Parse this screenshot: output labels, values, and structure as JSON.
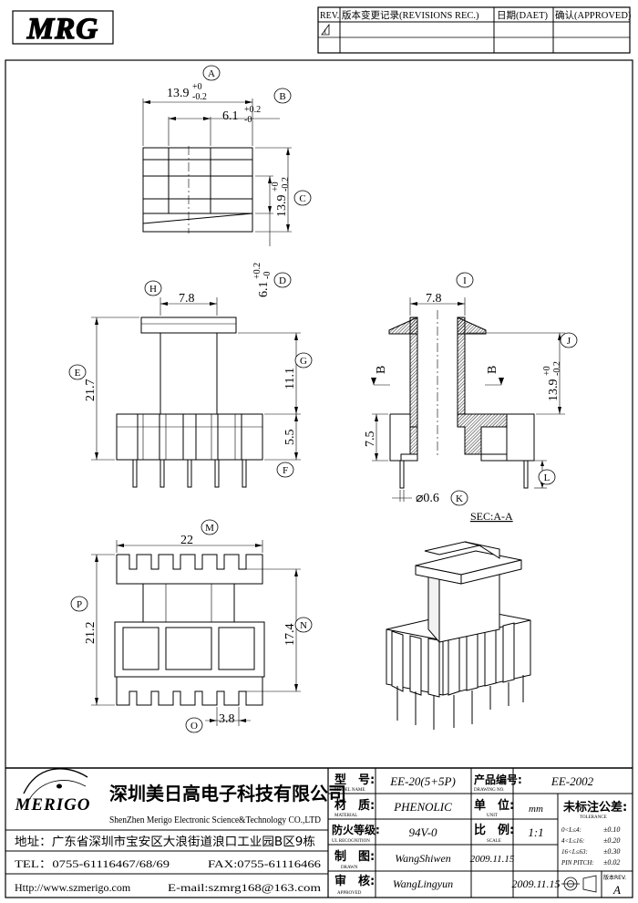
{
  "logo_top": "MRG",
  "revisions": {
    "col_rev": "REV.",
    "col_record": "版本变更记录(REVISIONS REC.)",
    "col_date": "日期(DAET)",
    "col_approved": "确认(APPROVED)",
    "row_symbol": "1"
  },
  "dims": {
    "a": "13.9",
    "a_tol_up": "+0",
    "a_tol_dn": "-0.2",
    "b": "6.1",
    "b_tol_up": "+0.2",
    "b_tol_dn": "-0",
    "c": "13.9",
    "c_tol_up": "+0",
    "c_tol_dn": "-0.2",
    "d": "6.1",
    "d_tol_up": "+0.2",
    "d_tol_dn": "-0",
    "h": "7.8",
    "e": "21.7",
    "g": "11.1",
    "f": "5.5",
    "i": "7.8",
    "j": "13.9",
    "j_tol_up": "+0",
    "j_tol_dn": "-0.2",
    "k": "⌀0.6",
    "k2": "7.5",
    "m": "22",
    "p": "21.2",
    "n": "17.4",
    "o": "3.8"
  },
  "callouts": [
    "A",
    "B",
    "C",
    "D",
    "E",
    "F",
    "G",
    "H",
    "I",
    "J",
    "K",
    "L",
    "M",
    "N",
    "O",
    "P"
  ],
  "section_marks": {
    "b": "B",
    "label": "SEC:A-A"
  },
  "company": {
    "logo": "MERIGO",
    "name_cn": "深圳美日高电子科技有限公司",
    "name_en": "ShenZhen Merigo Electronic Science&Technology CO.,LTD",
    "address": "地址：广东省深圳市宝安区大浪街道浪口工业园B区9栋",
    "tel": "TEL：0755-61116467/68/69",
    "fax": "FAX:0755-61116466",
    "web": "Http://www.szmerigo.com",
    "email": "E-mail:szmrg168@163.com"
  },
  "titleblock": {
    "model_label": "型　号:",
    "model_sub": "MODEL NAME",
    "model": "EE-20(5+5P)",
    "drawing_label": "产品编号:",
    "drawing_sub": "DRAWING NO.",
    "drawing_no": "EE-2002",
    "material_label": "材　质:",
    "material_sub": "MATERIAL",
    "material": "PHENOLIC",
    "unit_label": "单　位:",
    "unit_sub": "UNIT",
    "unit": "mm",
    "ul_label": "防火等级:",
    "ul_sub": "UL RECOGNITION",
    "ul": "94V-0",
    "scale_label": "比　例:",
    "scale_sub": "SCALE",
    "scale": "1:1",
    "drawn_label": "制　图:",
    "drawn_sub": "DRAWN",
    "drawn": "WangShiwen",
    "drawn_date": "2009.11.15",
    "approved_label": "审　核:",
    "approved_sub": "APPROVED",
    "approved": "WangLingyun",
    "approved_date": "2009.11.15",
    "tolerance_title": "未标注公差:",
    "tolerance_sub": "TOLERANCE",
    "tol_rows": [
      {
        "range": "0<L≤4:",
        "val": "±0.10"
      },
      {
        "range": "4<L≤16:",
        "val": "±0.20"
      },
      {
        "range": "16<L≤63:",
        "val": "±0.30"
      },
      {
        "range": "PIN PITCH:",
        "val": "±0.02"
      }
    ],
    "rev_label": "版本REV.",
    "rev": "A"
  }
}
